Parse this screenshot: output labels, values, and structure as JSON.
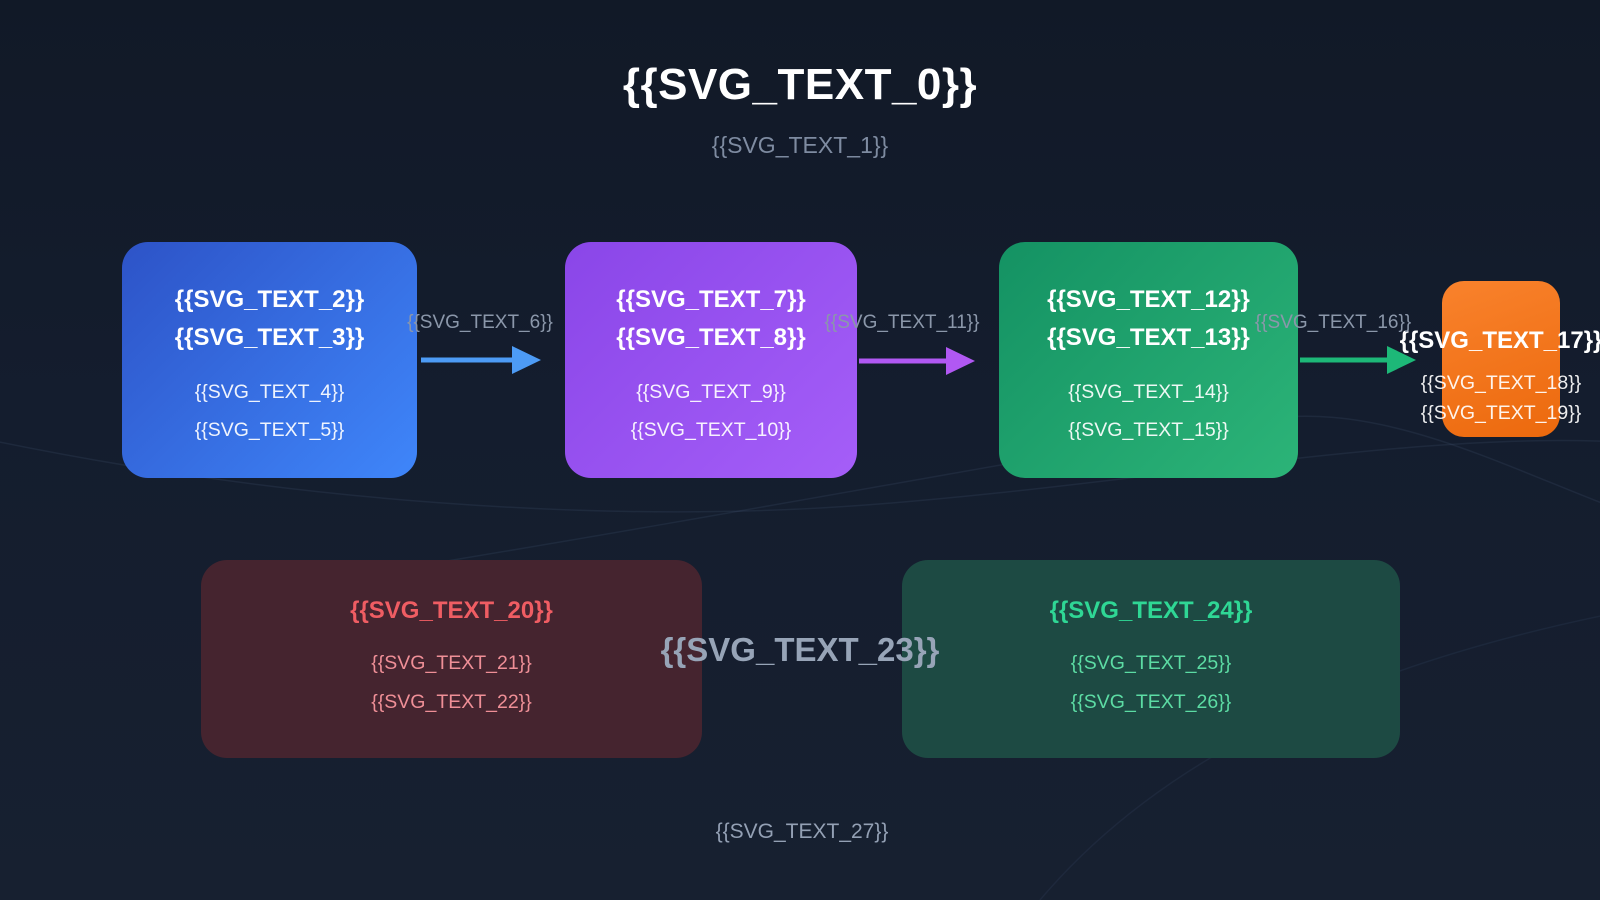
{
  "header": {
    "title": "{{SVG_TEXT_0}}",
    "subtitle": "{{SVG_TEXT_1}}"
  },
  "flow": {
    "nodes": [
      {
        "name": "stage-blue",
        "title_lines": [
          "{{SVG_TEXT_2}}",
          "{{SVG_TEXT_3}}"
        ],
        "body_lines": [
          "{{SVG_TEXT_4}}",
          "{{SVG_TEXT_5}}"
        ],
        "gradient": [
          "#2d53c7",
          "#3f86fa"
        ]
      },
      {
        "name": "stage-purple",
        "title_lines": [
          "{{SVG_TEXT_7}}",
          "{{SVG_TEXT_8}}"
        ],
        "body_lines": [
          "{{SVG_TEXT_9}}",
          "{{SVG_TEXT_10}}"
        ],
        "gradient": [
          "#8a46e8",
          "#a55ef8"
        ]
      },
      {
        "name": "stage-green",
        "title_lines": [
          "{{SVG_TEXT_12}}",
          "{{SVG_TEXT_13}}"
        ],
        "body_lines": [
          "{{SVG_TEXT_14}}",
          "{{SVG_TEXT_15}}"
        ],
        "gradient": [
          "#149263",
          "#2cb478"
        ]
      },
      {
        "name": "stage-orange",
        "title_lines": [
          "{{SVG_TEXT_17}}"
        ],
        "body_lines": [
          "{{SVG_TEXT_18}}",
          "{{SVG_TEXT_19}}"
        ],
        "gradient": [
          "#f9822c",
          "#ec690d"
        ]
      }
    ],
    "arrows": [
      {
        "label": "{{SVG_TEXT_6}}",
        "color": "#4d9bf5"
      },
      {
        "label": "{{SVG_TEXT_11}}",
        "color": "#b158f3"
      },
      {
        "label": "{{SVG_TEXT_16}}",
        "color": "#1db878"
      }
    ]
  },
  "cards": [
    {
      "name": "card-red",
      "title": "{{SVG_TEXT_20}}",
      "lines": [
        "{{SVG_TEXT_21}}",
        "{{SVG_TEXT_22}}"
      ],
      "bg": "#45242f",
      "title_color": "#ef5d63",
      "body_color": "#ef8f97"
    },
    {
      "name": "card-green",
      "title": "{{SVG_TEXT_24}}",
      "lines": [
        "{{SVG_TEXT_25}}",
        "{{SVG_TEXT_26}}"
      ],
      "bg": "#1d4a43",
      "title_color": "#2fd795",
      "body_color": "#5cdca4"
    }
  ],
  "notes": {
    "center": "{{SVG_TEXT_23}}",
    "footer": "{{SVG_TEXT_27}}"
  },
  "theme": {
    "background": "#141d2e",
    "title_color": "#ffffff",
    "subtitle_color": "#7e8ba1",
    "arrow_label_color": "#8b97aa",
    "curve_color": "#46587a"
  }
}
